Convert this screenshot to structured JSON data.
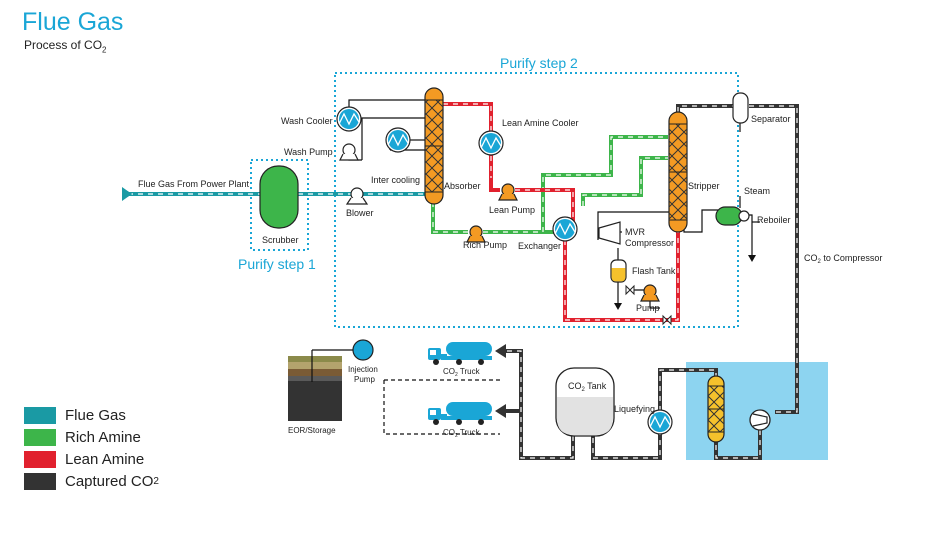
{
  "title": "Flue Gas",
  "subtitle": {
    "text": "Process of CO",
    "sub": "2"
  },
  "colors": {
    "flue_gas": "#1a9aa4",
    "rich_amine": "#3db54a",
    "lean_amine": "#e1212e",
    "captured": "#333333",
    "accent": "#1aa6d6",
    "column_orange": "#f39a23",
    "column_yellow": "#f5c12c",
    "water_box": "#8dd4f0"
  },
  "legend": [
    {
      "label": "Flue Gas",
      "color": "#1a9aa4"
    },
    {
      "label": "Rich Amine",
      "color": "#3db54a"
    },
    {
      "label": "Lean Amine",
      "color": "#e1212e"
    },
    {
      "label": "Captured CO",
      "sub": "2",
      "color": "#333333"
    }
  ],
  "regions": {
    "step1": "Purify step 1",
    "step2": "Purify step 2"
  },
  "labels": {
    "flue_gas_in": "Flue Gas From Power Plant",
    "scrubber": "Scrubber",
    "blower": "Blower",
    "inter_cooling": "Inter cooling",
    "wash_cooler": "Wash Cooler",
    "wash_pump": "Wash Pump",
    "absorber": "Absorber",
    "lean_amine_cooler": "Lean Amine Cooler",
    "lean_pump": "Lean Pump",
    "rich_pump": "Rich Pump",
    "exchanger": "Exchanger",
    "mvr_compressor_1": "MVR",
    "mvr_compressor_2": "Compressor",
    "flash_tank": "Flash Tank",
    "pump": "Pump",
    "stripper": "Stripper",
    "separator": "Separator",
    "steam": "Steam",
    "reboiler": "Reboiler",
    "co2_to_compressor": {
      "text": "CO",
      "sub": "2",
      "rest": " to Compressor"
    },
    "co2_tank": {
      "text": "CO",
      "sub": "2",
      "rest": " Tank"
    },
    "liquefying": "Liquefying",
    "co2_truck": {
      "text": "CO",
      "sub": "2",
      "rest": " Truck"
    },
    "injection_pump_1": "Injection",
    "injection_pump_2": "Pump",
    "eor_storage": "EOR/Storage"
  }
}
